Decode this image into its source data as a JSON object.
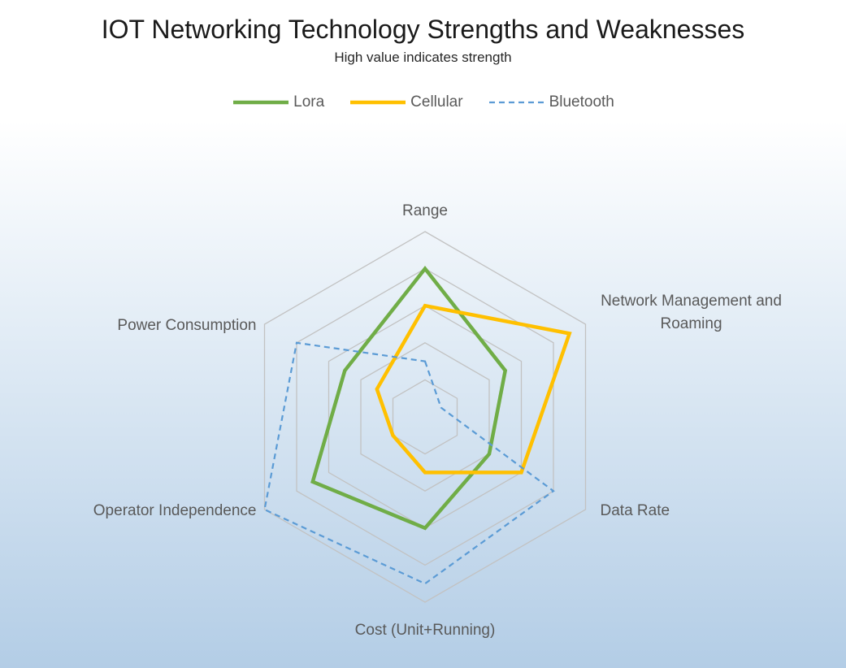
{
  "chart_data": {
    "type": "radar",
    "title": "IOT Networking Technology Strengths and Weaknesses",
    "subtitle": "High value indicates strength",
    "legend_position": "top",
    "grid": true,
    "range": [
      0,
      5
    ],
    "axes": [
      {
        "label": "Range",
        "lines": [
          "Range"
        ]
      },
      {
        "label": "Network Management and Roaming",
        "lines": [
          "Network Management and",
          "Roaming"
        ]
      },
      {
        "label": "Data Rate",
        "lines": [
          "Data Rate"
        ]
      },
      {
        "label": "Cost (Unit+Running)",
        "lines": [
          "Cost (Unit+Running)"
        ]
      },
      {
        "label": "Operator Independence",
        "lines": [
          "Operator Independence"
        ]
      },
      {
        "label": "Power Consumption",
        "lines": [
          "Power Consumption"
        ]
      }
    ],
    "series": [
      {
        "name": "Lora",
        "values": [
          4,
          2.5,
          2,
          3,
          3.5,
          2.5
        ],
        "color": "#70ad47",
        "dash": "solid"
      },
      {
        "name": "Cellular",
        "values": [
          3,
          4.5,
          3,
          1.5,
          1,
          1.5
        ],
        "color": "#ffc000",
        "dash": "solid"
      },
      {
        "name": "Bluetooth",
        "values": [
          1.5,
          0.5,
          4,
          4.5,
          5,
          4
        ],
        "color": "#5b9bd5",
        "dash": "dashed"
      }
    ]
  }
}
